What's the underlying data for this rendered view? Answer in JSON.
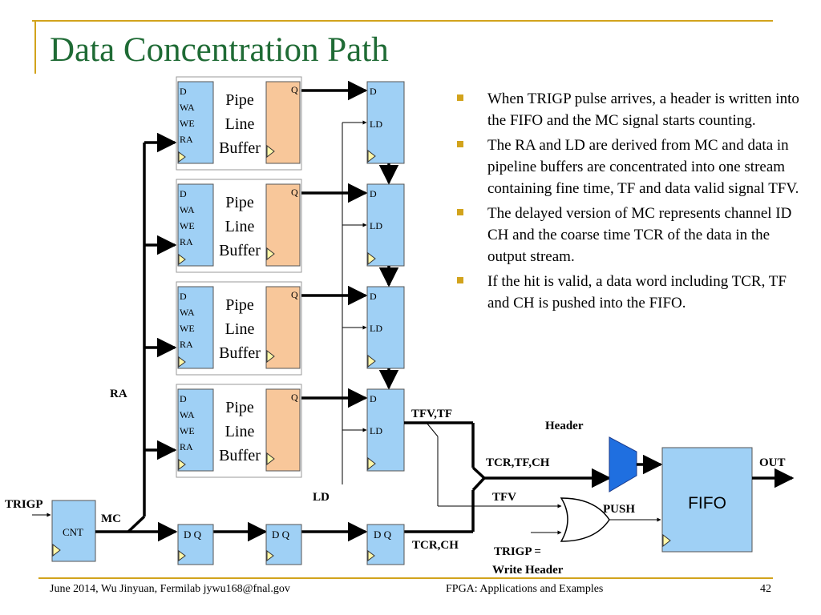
{
  "slide": {
    "title": "Data Concentration Path",
    "bullets": [
      "When TRIGP pulse arrives, a header is written into the FIFO and the MC signal starts counting.",
      "The RA and LD are derived from MC and data in pipeline buffers are concentrated into one stream containing fine time, TF and data valid signal TFV.",
      "The delayed version of MC represents channel ID CH and the coarse time TCR of the data in the output stream.",
      "If the hit is valid, a data word including TCR, TF and CH is pushed into the FIFO."
    ],
    "footer": {
      "left": "June 2014, Wu Jinyuan, Fermilab jywu168@fnal.gov",
      "center": "FPGA: Applications and Examples",
      "page": "42"
    }
  },
  "diagram": {
    "pipe_buffer": {
      "pins": [
        "D",
        "WA",
        "WE",
        "RA"
      ],
      "text": [
        "Pipe",
        "Line",
        "Buffer"
      ],
      "out": "Q"
    },
    "register_pins": {
      "d": "D",
      "ld": "LD"
    },
    "labels": {
      "ra": "RA",
      "ld": "LD",
      "mc": "MC",
      "trigp": "TRIGP",
      "cnt": "CNT",
      "dq": "D Q",
      "tfv_tf": "TFV,TF",
      "header": "Header",
      "tcr_tf_ch": "TCR,TF,CH",
      "tfv": "TFV",
      "push": "PUSH",
      "tcr_ch": "TCR,CH",
      "trigp_write_1": "TRIGP =",
      "trigp_write_2": "Write Header",
      "fifo": "FIFO",
      "out": "OUT"
    },
    "colors": {
      "title": "#1f6b35",
      "accent": "#d2a31c",
      "register_fill": "#9fd0f5",
      "buffer_fill": "#f8c79a",
      "mux_fill": "#1f6fe0",
      "clock_fill": "#fff7a8"
    }
  }
}
